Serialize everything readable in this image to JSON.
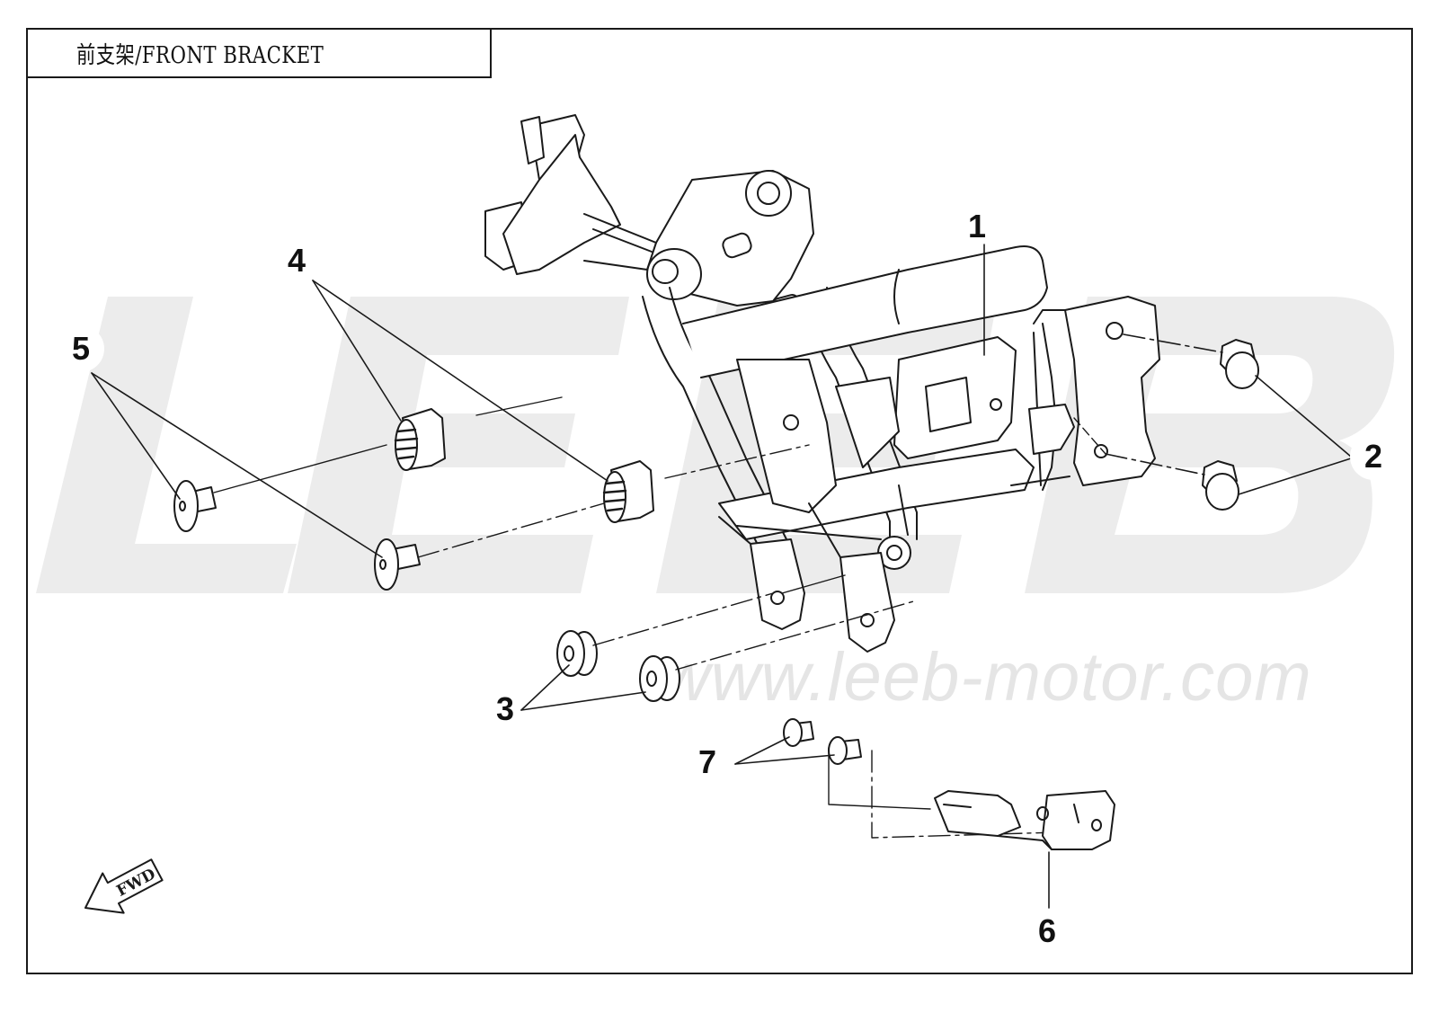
{
  "title": "前支架/FRONT BRACKET",
  "watermark": {
    "logo_text": "LEEB",
    "url": "www.leeb-motor.com"
  },
  "callouts": [
    {
      "id": "1",
      "label": "1"
    },
    {
      "id": "2",
      "label": "2"
    },
    {
      "id": "3",
      "label": "3"
    },
    {
      "id": "4",
      "label": "4"
    },
    {
      "id": "5",
      "label": "5"
    },
    {
      "id": "6",
      "label": "6"
    },
    {
      "id": "7",
      "label": "7"
    }
  ],
  "fwd_arrow_text": "FWD",
  "colors": {
    "line": "#1a1a1a",
    "watermark": "#ebebeb",
    "url": "#e5e5e5"
  }
}
